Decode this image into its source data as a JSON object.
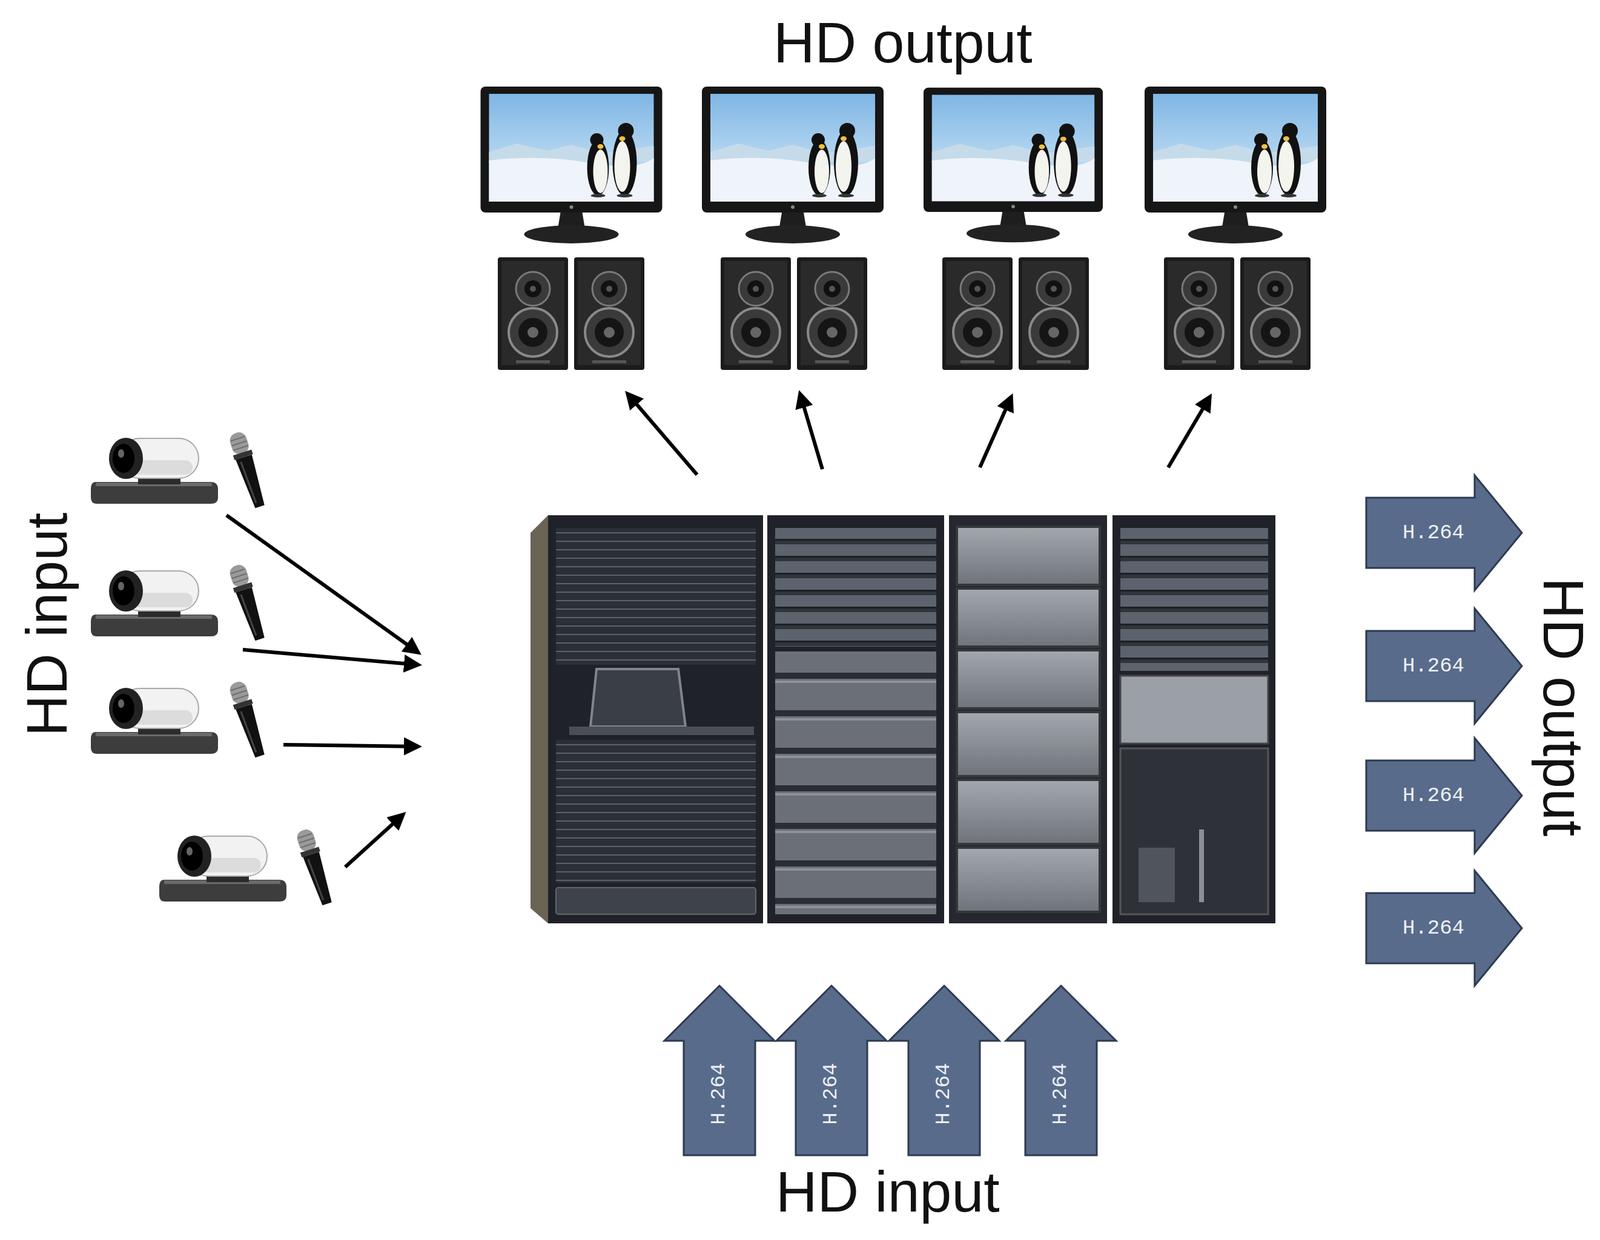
{
  "diagram": {
    "nodes": [
      {
        "text": [
          "H.264"
        ]
      },
      {
        "text": [
          "H.264"
        ]
      },
      {
        "text": [
          "H.264"
        ]
      },
      {
        "text": [
          "H.264"
        ]
      },
      {
        "text": [
          "H.264"
        ]
      },
      {
        "text": [
          "H.264"
        ]
      },
      {
        "text": [
          "H.264"
        ]
      },
      {
        "text": [
          "H.264"
        ]
      }
    ],
    "labels": [
      "HD output",
      "HD input",
      "HD output",
      "HD input"
    ]
  }
}
